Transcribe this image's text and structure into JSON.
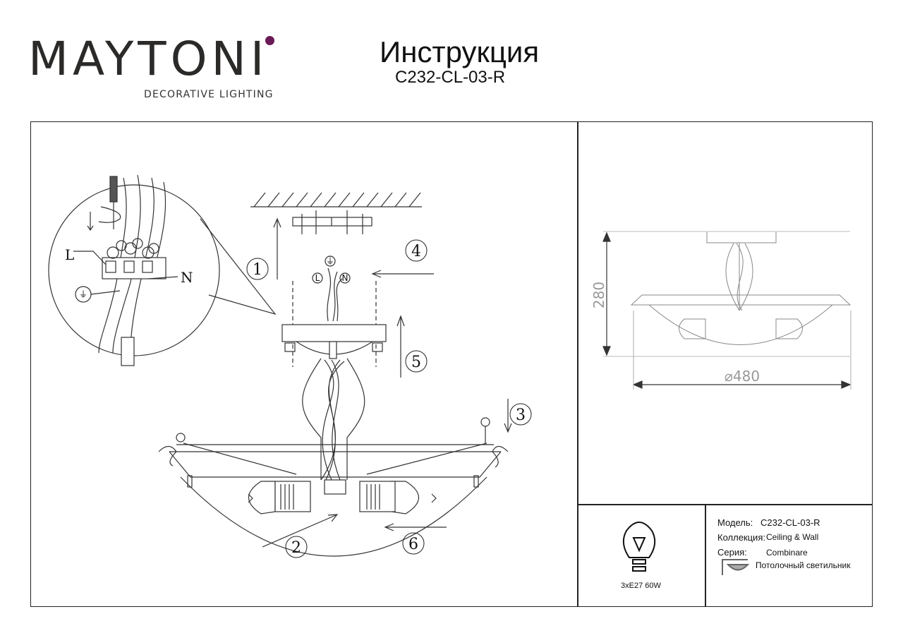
{
  "brand": {
    "name": "MAYTONI",
    "tagline": "DECORATIVE LIGHTING",
    "accent_color": "#6a1a55"
  },
  "header": {
    "title": "Инструкция",
    "model_code": "C232-CL-03-R"
  },
  "diagram": {
    "steps": [
      "1",
      "2",
      "3",
      "4",
      "5",
      "6"
    ],
    "wire_labels": {
      "live": "L",
      "neutral": "N",
      "earth_symbol": "⏚"
    },
    "dimensions": {
      "height": "280",
      "diameter": "⌀480"
    }
  },
  "specs": {
    "bulb": "3xE27 60W",
    "model_label": "Модель:",
    "model_value": "C232-CL-03-R",
    "collection_label": "Коллекция:",
    "collection_value": "Ceiling & Wall",
    "series_label": "Серия:",
    "series_value": "Combinare",
    "type_value": "Потолочный светильник"
  }
}
